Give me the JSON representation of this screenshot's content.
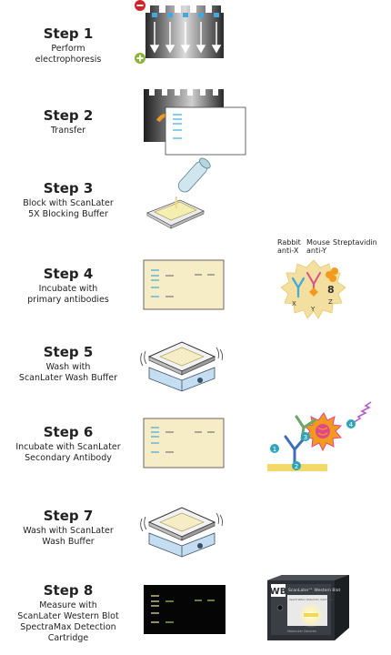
{
  "steps": [
    {
      "title": "Step 1",
      "line1": "Perform",
      "line2": "electrophoresis",
      "line3": ""
    },
    {
      "title": "Step 2",
      "line1": "Transfer",
      "line2": "",
      "line3": ""
    },
    {
      "title": "Step 3",
      "line1": "Block with ScanLater",
      "line2": "5X Blocking Buffer",
      "line3": ""
    },
    {
      "title": "Step 4",
      "line1": "Incubate with",
      "line2": "primary antibodies",
      "line3": ""
    },
    {
      "title": "Step 5",
      "line1": "Wash with",
      "line2": "ScanLater Wash Buffer",
      "line3": ""
    },
    {
      "title": "Step 6",
      "line1": "Incubate with ScanLater",
      "line2": "Secondary Antibody",
      "line3": ""
    },
    {
      "title": "Step 7",
      "line1": "Wash with ScanLater",
      "line2": "Wash Buffer",
      "line3": ""
    },
    {
      "title": "Step 8",
      "line1": "Measure with",
      "line2": "ScanLater Western Blot",
      "line3": "SpectraMax Detection Cartridge"
    }
  ],
  "antibodies": {
    "rabbit1": "Rabbit",
    "rabbit2": "anti-X",
    "mouse1": "Mouse",
    "mouse2": "anti-Y",
    "strep": "Streptavidin",
    "x": "X",
    "y": "Y",
    "z": "Z"
  },
  "secondary_numbers": [
    "1",
    "2",
    "3",
    "4"
  ],
  "cartridge": {
    "wb": "WB",
    "name": "ScanLater™ Western Blot",
    "sub": "SpectraMax Detection Cartridge",
    "brand": "Molecular Devices"
  },
  "colors": {
    "accent_blue": "#3fa9e0",
    "tan": "#f6ecc6",
    "yellow": "#f0e9a0",
    "minus": "#d2232a",
    "plus": "#8ab43a"
  }
}
